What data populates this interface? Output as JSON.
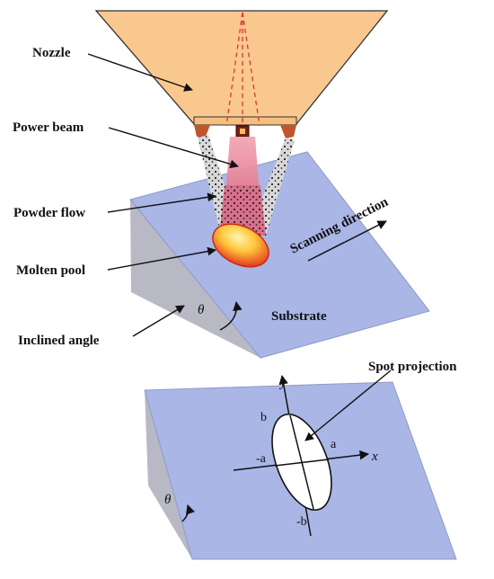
{
  "labels": {
    "nozzle": "Nozzle",
    "power_beam": "Power beam",
    "powder_flow": "Powder flow",
    "molten_pool": "Molten pool",
    "inclined_angle": "Inclined angle",
    "scanning_direction": "Scanning direction",
    "substrate": "Substrate",
    "spot_projection": "Spot projection"
  },
  "symbols": {
    "theta_top": "θ",
    "theta_bottom": "θ",
    "x_axis": "x",
    "y_axis": "y",
    "a_pos": "a",
    "a_neg": "-a",
    "b_pos": "b",
    "b_neg": "-b"
  },
  "colors": {
    "nozzle_fill": "#f9c88f",
    "beam_fill": "#e58a9c",
    "substrate_top": "#aab7e6",
    "substrate_side": "#b9bac6",
    "pool_core": "#fff1a0",
    "pool_edge": "#e63a1c"
  }
}
